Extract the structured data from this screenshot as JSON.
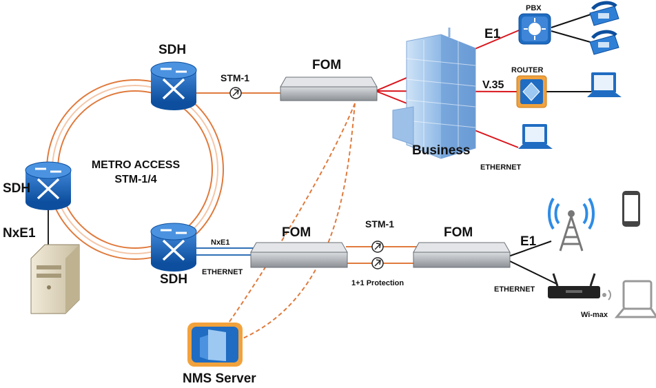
{
  "labels": {
    "sdh_top": "SDH",
    "sdh_left": "SDH",
    "sdh_bottom": "SDH",
    "metro_line1": "METRO ACCESS",
    "metro_line2": "STM-1/4",
    "stm1_top": "STM-1",
    "fom_top": "FOM",
    "business": "Business",
    "e1_top": "E1",
    "pbx": "PBX",
    "router": "ROUTER",
    "v35": "V.35",
    "ethernet_top": "ETHERNET",
    "nxe1_left": "NxE1",
    "nxe1_link": "NxE1",
    "ethernet_link": "ETHERNET",
    "fom_bottom_left": "FOM",
    "stm1_bottom": "STM-1",
    "fom_bottom_right": "FOM",
    "protection": "1+1 Protection",
    "e1_bottom": "E1",
    "ethernet_bottom": "ETHERNET",
    "wimax": "Wi-max",
    "nms_server": "NMS Server"
  },
  "colors": {
    "ring": "#e07a3c",
    "red_link": "#d9141b",
    "blue_link": "#2f6fb5",
    "device_blue": "#1f6cc2",
    "fom_gray": "#9aa0a6"
  }
}
